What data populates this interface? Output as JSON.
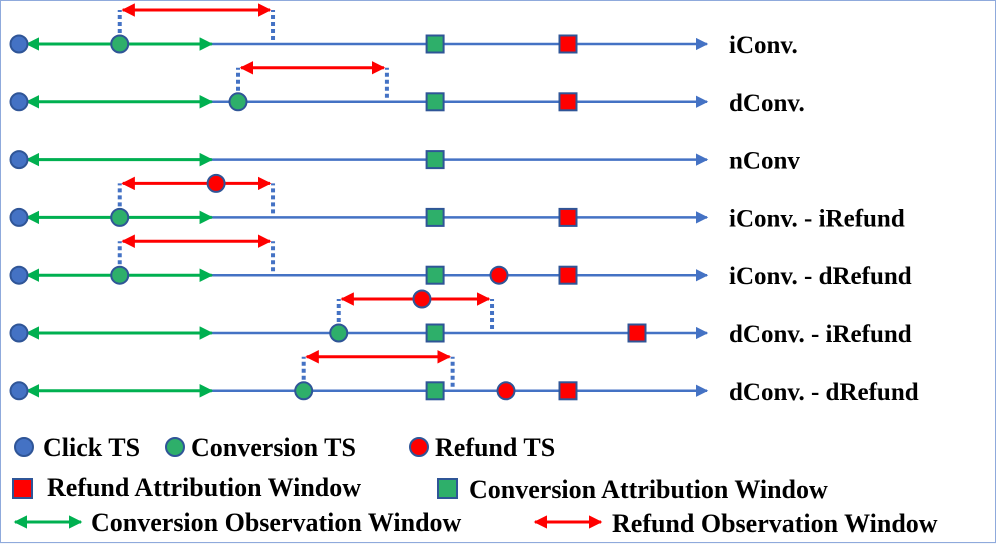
{
  "colors": {
    "timeline": "#4472c4",
    "click": "#4472c4",
    "conversion": "#2eaf6a",
    "refund": "#ff0000",
    "green_arrow": "#00b050",
    "red_arrow": "#ff0000",
    "marker_stroke": "#2f5597",
    "dotted": "#4472c4"
  },
  "rows": [
    {
      "label": "iConv.",
      "click": 0,
      "conv": 0.23,
      "conv_win": 0.44,
      "ref_win": 1.0,
      "refund": null,
      "refund_obs": [
        0.23,
        0.58
      ]
    },
    {
      "label": "dConv.",
      "click": 0,
      "conv": 0.5,
      "conv_win": 0.44,
      "ref_win": 1.0,
      "refund": null,
      "refund_obs": [
        0.5,
        0.84
      ]
    },
    {
      "label": "nConv",
      "click": 0,
      "conv": null,
      "conv_win": 0.44,
      "ref_win": null,
      "refund": null,
      "refund_obs": null
    },
    {
      "label": "iConv. - iRefund",
      "click": 0,
      "conv": 0.23,
      "conv_win": 0.44,
      "ref_win": 1.0,
      "refund": 0.45,
      "refund_obs": [
        0.23,
        0.58
      ]
    },
    {
      "label": "iConv. - dRefund",
      "click": 0,
      "conv": 0.23,
      "conv_win": 0.44,
      "ref_win": 1.0,
      "refund": 1.1,
      "refund_obs": [
        0.23,
        0.58
      ]
    },
    {
      "label": "dConv. - iRefund",
      "click": 0,
      "conv": 0.73,
      "conv_win": 0.44,
      "ref_win": 1.44,
      "refund": 0.92,
      "refund_obs": [
        0.73,
        1.08
      ]
    },
    {
      "label": "dConv. - dRefund",
      "click": 0,
      "conv": 0.65,
      "conv_win": 0.44,
      "ref_win": 1.0,
      "refund": 1.1,
      "refund_obs": [
        0.65,
        0.99
      ]
    }
  ],
  "legend": {
    "click_label": "Click TS",
    "conversion_label": "Conversion TS",
    "refund_label": "Refund TS",
    "refund_window_label": "Refund Attribution Window",
    "conversion_window_label": "Conversion Attribution Window",
    "conversion_obs_label": "Conversion Observation Window",
    "refund_obs_label": "Refund Observation Window"
  }
}
